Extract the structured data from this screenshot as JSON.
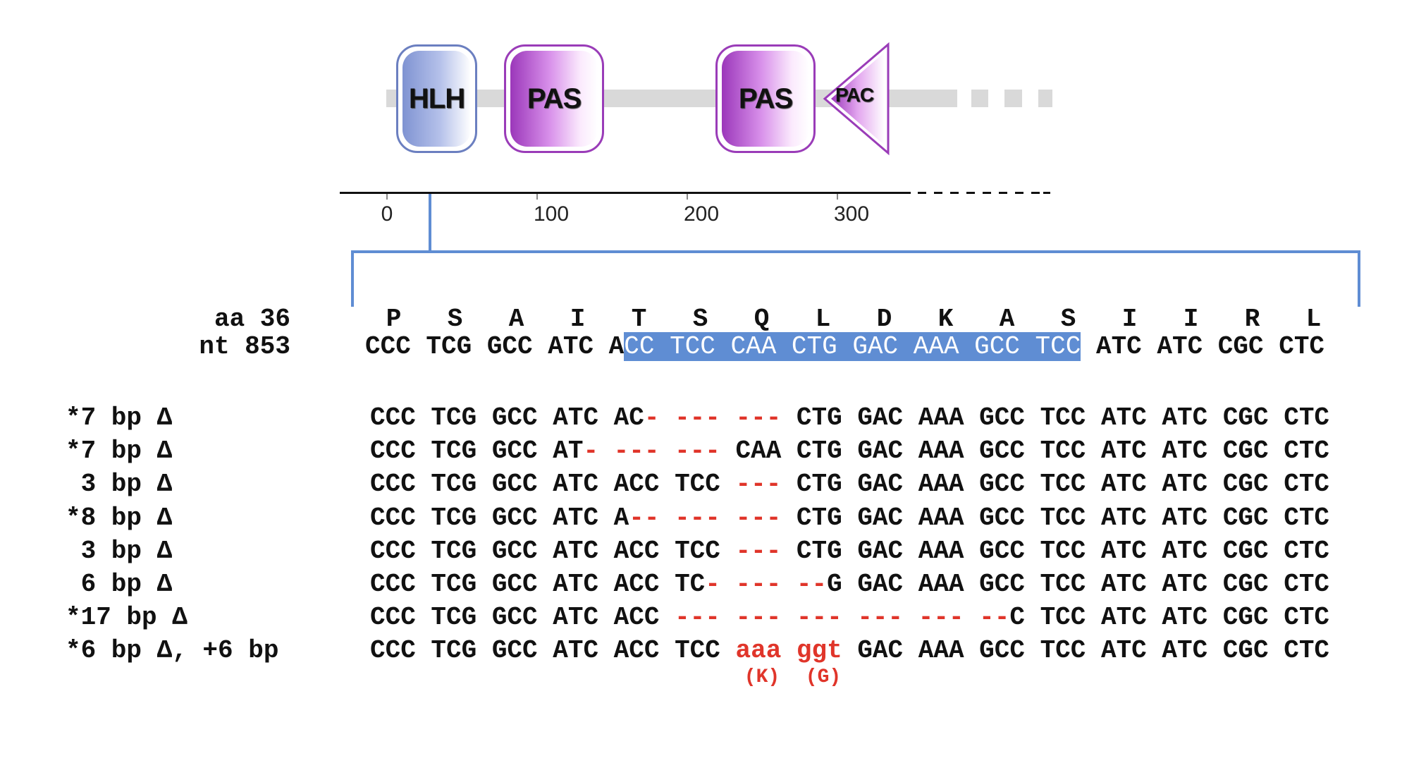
{
  "domains": {
    "protein_line_dashed_tail": true,
    "items": [
      {
        "label": "HLH",
        "type": "box",
        "color": "#6b7fc0"
      },
      {
        "label": "PAS",
        "type": "box",
        "color": "#9a3cb8"
      },
      {
        "label": "PAS",
        "type": "box",
        "color": "#9a3cb8"
      },
      {
        "label": "PAC",
        "type": "triangle",
        "color": "#9a3cb8"
      }
    ]
  },
  "scale": {
    "ticks": [
      "0",
      "100",
      "200",
      "300"
    ],
    "zoom_position_aa": 36
  },
  "reference": {
    "aa_label": "aa 36",
    "nt_label": "nt 853",
    "amino_acids": [
      "P",
      "S",
      "A",
      "I",
      "T",
      "S",
      "Q",
      "L",
      "D",
      "K",
      "A",
      "S",
      "I",
      "I",
      "R",
      "L"
    ],
    "nt_before_highlight": "CCC TCG GCC ATC A",
    "nt_highlighted": "CC TCC CAA CTG GAC AAA GCC TCC",
    "nt_after_highlight": " ATC ATC CGC CTC",
    "highlight_color": "#5f8dd3"
  },
  "alleles": [
    {
      "label": "*7 bp Δ",
      "segments": [
        {
          "text": "CCC TCG GCC ATC AC",
          "mut": false
        },
        {
          "text": "- --- ---",
          "mut": true
        },
        {
          "text": " CTG GAC AAA GCC TCC ATC ATC CGC CTC",
          "mut": false
        }
      ]
    },
    {
      "label": "*7 bp Δ",
      "segments": [
        {
          "text": "CCC TCG GCC AT",
          "mut": false
        },
        {
          "text": "- --- ---",
          "mut": true
        },
        {
          "text": " CAA CTG GAC AAA GCC TCC ATC ATC CGC CTC",
          "mut": false
        }
      ]
    },
    {
      "label": " 3 bp Δ",
      "segments": [
        {
          "text": "CCC TCG GCC ATC ACC TCC ",
          "mut": false
        },
        {
          "text": "---",
          "mut": true
        },
        {
          "text": " CTG GAC AAA GCC TCC ATC ATC CGC CTC",
          "mut": false
        }
      ]
    },
    {
      "label": "*8 bp Δ",
      "segments": [
        {
          "text": "CCC TCG GCC ATC A",
          "mut": false
        },
        {
          "text": "-- --- ---",
          "mut": true
        },
        {
          "text": " CTG GAC AAA GCC TCC ATC ATC CGC CTC",
          "mut": false
        }
      ]
    },
    {
      "label": " 3 bp Δ",
      "segments": [
        {
          "text": "CCC TCG GCC ATC ACC TCC ",
          "mut": false
        },
        {
          "text": "---",
          "mut": true
        },
        {
          "text": " CTG GAC AAA GCC TCC ATC ATC CGC CTC",
          "mut": false
        }
      ]
    },
    {
      "label": " 6 bp Δ",
      "segments": [
        {
          "text": "CCC TCG GCC ATC ACC TC",
          "mut": false
        },
        {
          "text": "- --- --",
          "mut": true
        },
        {
          "text": "G GAC AAA GCC TCC ATC ATC CGC CTC",
          "mut": false
        }
      ]
    },
    {
      "label": "*17 bp Δ",
      "segments": [
        {
          "text": "CCC TCG GCC ATC ACC ",
          "mut": false
        },
        {
          "text": "--- --- --- --- --- --",
          "mut": true
        },
        {
          "text": "C TCC ATC ATC CGC CTC",
          "mut": false
        }
      ]
    },
    {
      "label": "*6 bp Δ, +6 bp",
      "segments": [
        {
          "text": "CCC TCG GCC ATC ACC TCC ",
          "mut": false
        },
        {
          "text": "aaa ggt",
          "mut": true
        },
        {
          "text": " GAC AAA GCC TCC ATC ATC CGC CTC",
          "mut": false
        }
      ],
      "insert_annotations": [
        "(K)",
        "(G)"
      ]
    }
  ],
  "mutation_color": "#e0352a"
}
